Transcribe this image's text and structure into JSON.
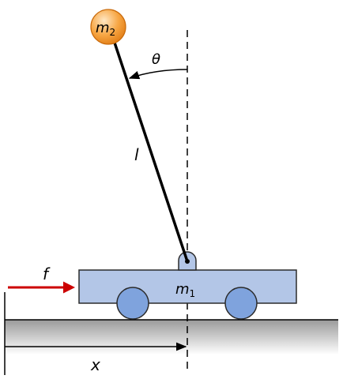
{
  "labels": {
    "mass_top": "m",
    "mass_top_sub": "2",
    "mass_cart": "m",
    "mass_cart_sub": "1",
    "angle": "θ",
    "length": "l",
    "force": "f",
    "position": "x"
  },
  "colors": {
    "cart_fill": "#b3c6e7",
    "cart_stroke": "#2b2b2b",
    "wheel_fill": "#7fa3dd",
    "wheel_stroke": "#2b2b2b",
    "bob_light": "#ffd9a6",
    "bob_dark": "#f08a1f",
    "ground_top": "#9a9a9a",
    "ground_bottom": "#ffffff",
    "force_arrow": "#cc0000",
    "line": "#000000"
  }
}
